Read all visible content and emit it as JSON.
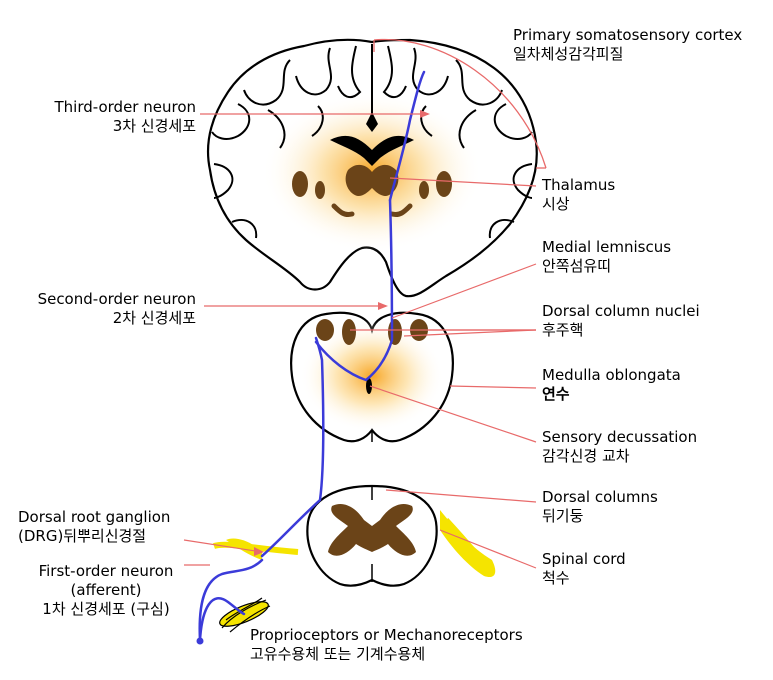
{
  "labels": {
    "primary_cortex": {
      "en": "Primary somatosensory cortex",
      "ko": "일차체성감각피질"
    },
    "third_order": {
      "en": "Third-order neuron",
      "ko": "3차 신경세포"
    },
    "thalamus": {
      "en": "Thalamus",
      "ko": "시상"
    },
    "medial_lemniscus": {
      "en": "Medial lemniscus",
      "ko": "안쪽섬유띠"
    },
    "second_order": {
      "en": "Second-order neuron",
      "ko": "2차 신경세포"
    },
    "dorsal_column_nuclei": {
      "en": "Dorsal column nuclei",
      "ko": "후주핵"
    },
    "medulla": {
      "en": "Medulla oblongata",
      "ko": "연수"
    },
    "decussation": {
      "en": "Sensory decussation",
      "ko": "감각신경 교차"
    },
    "dorsal_columns": {
      "en": "Dorsal columns",
      "ko": "뒤기둥"
    },
    "drg": {
      "en": "Dorsal root ganglion",
      "ko": "(DRG)뒤뿌리신경절"
    },
    "spinal_cord": {
      "en": "Spinal cord",
      "ko": "척수"
    },
    "first_order": {
      "en": "First-order neuron",
      "en2": "(afferent)",
      "ko": "1차 신경세포 (구심)"
    },
    "receptors": {
      "en": "Proprioceptors or Mechanoreceptors",
      "ko": "고유수용체 또는 기계수용체"
    }
  },
  "colors": {
    "pathway": "#3b3bd9",
    "leader": "#e86a6a",
    "nuclei": "#6b4418",
    "glow": "#f7a21b",
    "ganglion": "#f5e400"
  }
}
